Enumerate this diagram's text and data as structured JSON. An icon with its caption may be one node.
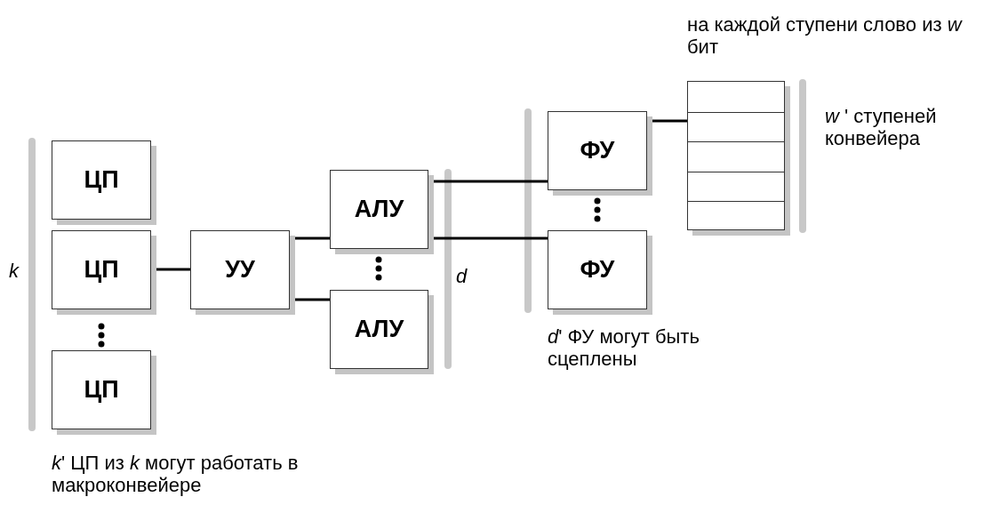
{
  "diagram": {
    "nodes": [
      {
        "text": [
          "ЦП"
        ]
      },
      {
        "text": [
          "ЦП"
        ]
      },
      {
        "text": [
          "ЦП"
        ]
      },
      {
        "text": [
          "УУ"
        ]
      },
      {
        "text": [
          "АЛУ"
        ]
      },
      {
        "text": [
          "АЛУ"
        ]
      },
      {
        "text": [
          "ФУ"
        ]
      },
      {
        "text": [
          "ФУ"
        ]
      },
      {
        "text": [],
        "shape": "box"
      }
    ],
    "edges": [
      {
        "from": 1,
        "to": 3,
        "arrow": "none"
      },
      {
        "from": 3,
        "to": 4,
        "arrow": "none"
      },
      {
        "from": 3,
        "to": 5,
        "arrow": "none"
      },
      {
        "from": 4,
        "to": 6,
        "arrow": "none"
      },
      {
        "from": 4,
        "to": 7,
        "arrow": "none"
      },
      {
        "from": 6,
        "to": 8,
        "arrow": "none"
      }
    ],
    "labels": [
      "на каждой ступени слово из *w* бит",
      "*w* ' ступеней конвейера",
      "*k*",
      "*d*",
      "*d*' ФУ могут быть сцеплены",
      "*k*' ЦП из *k* могут работать в макроконвейере"
    ]
  }
}
